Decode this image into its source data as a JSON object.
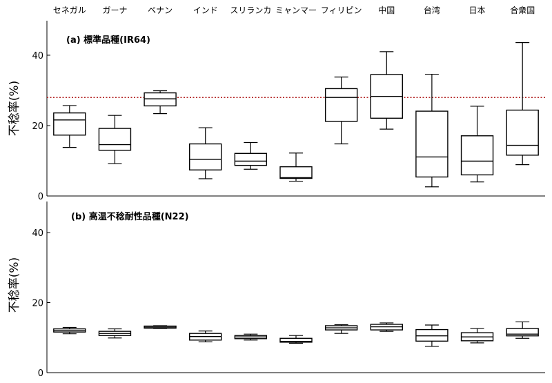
{
  "colors": {
    "axis": "#000000",
    "box_stroke": "#000000",
    "box_fill": "#ffffff",
    "reference_line": "#b22222"
  },
  "chart_data": [
    {
      "type": "box",
      "title": "(a) 標準品種(IR64)",
      "ylabel": "不稔率(%)",
      "ylim": [
        0,
        50
      ],
      "yticks": [
        0,
        20,
        40
      ],
      "reference_line": {
        "y": 28,
        "style": "dotted"
      },
      "categories": [
        "セネガル",
        "ガーナ",
        "ベナン",
        "インド",
        "スリランカ",
        "ミャンマー",
        "フィリピン",
        "中国",
        "台湾",
        "日本",
        "合衆国"
      ],
      "boxes": [
        {
          "min": 13.8,
          "q1": 17.3,
          "median": 21.6,
          "q3": 23.6,
          "max": 25.7
        },
        {
          "min": 9.2,
          "q1": 13.0,
          "median": 14.6,
          "q3": 19.2,
          "max": 22.9
        },
        {
          "min": 23.4,
          "q1": 25.6,
          "median": 27.6,
          "q3": 29.3,
          "max": 29.9
        },
        {
          "min": 4.9,
          "q1": 7.4,
          "median": 10.4,
          "q3": 14.8,
          "max": 19.4
        },
        {
          "min": 7.6,
          "q1": 8.7,
          "median": 9.9,
          "q3": 12.1,
          "max": 15.2
        },
        {
          "min": 4.2,
          "q1": 5.0,
          "median": 5.2,
          "q3": 8.3,
          "max": 12.2
        },
        {
          "min": 14.8,
          "q1": 21.2,
          "median": 28.0,
          "q3": 30.5,
          "max": 33.8
        },
        {
          "min": 19.0,
          "q1": 22.1,
          "median": 28.3,
          "q3": 34.5,
          "max": 41.0
        },
        {
          "min": 2.6,
          "q1": 5.4,
          "median": 11.1,
          "q3": 24.1,
          "max": 34.6
        },
        {
          "min": 4.0,
          "q1": 6.0,
          "median": 9.9,
          "q3": 17.1,
          "max": 25.5
        },
        {
          "min": 8.9,
          "q1": 11.6,
          "median": 14.4,
          "q3": 24.4,
          "max": 43.6
        }
      ]
    },
    {
      "type": "box",
      "title": "(b) 高温不稔耐性品種(N22)",
      "ylabel": "不稔率(%)",
      "ylim": [
        0,
        50
      ],
      "yticks": [
        0,
        20,
        40
      ],
      "categories": [
        "セネガル",
        "ガーナ",
        "ベナン",
        "インド",
        "スリランカ",
        "ミャンマー",
        "フィリピン",
        "中国",
        "台湾",
        "日本",
        "合衆国"
      ],
      "boxes": [
        {
          "min": 11.1,
          "q1": 11.6,
          "median": 12.0,
          "q3": 12.5,
          "max": 12.9
        },
        {
          "min": 9.9,
          "q1": 10.6,
          "median": 11.2,
          "q3": 11.8,
          "max": 12.5
        },
        {
          "min": 12.6,
          "q1": 12.7,
          "median": 13.0,
          "q3": 13.3,
          "max": 13.4
        },
        {
          "min": 8.8,
          "q1": 9.3,
          "median": 10.3,
          "q3": 11.2,
          "max": 11.9
        },
        {
          "min": 9.3,
          "q1": 9.7,
          "median": 10.2,
          "q3": 10.6,
          "max": 11.0
        },
        {
          "min": 8.4,
          "q1": 8.7,
          "median": 8.9,
          "q3": 9.8,
          "max": 10.6
        },
        {
          "min": 11.2,
          "q1": 12.2,
          "median": 12.8,
          "q3": 13.4,
          "max": 13.7
        },
        {
          "min": 11.8,
          "q1": 12.2,
          "median": 13.1,
          "q3": 13.8,
          "max": 14.2
        },
        {
          "min": 7.5,
          "q1": 9.0,
          "median": 10.5,
          "q3": 12.3,
          "max": 13.6
        },
        {
          "min": 8.5,
          "q1": 9.1,
          "median": 10.2,
          "q3": 11.4,
          "max": 12.6
        },
        {
          "min": 9.8,
          "q1": 10.5,
          "median": 11.0,
          "q3": 12.6,
          "max": 14.5
        }
      ]
    }
  ]
}
